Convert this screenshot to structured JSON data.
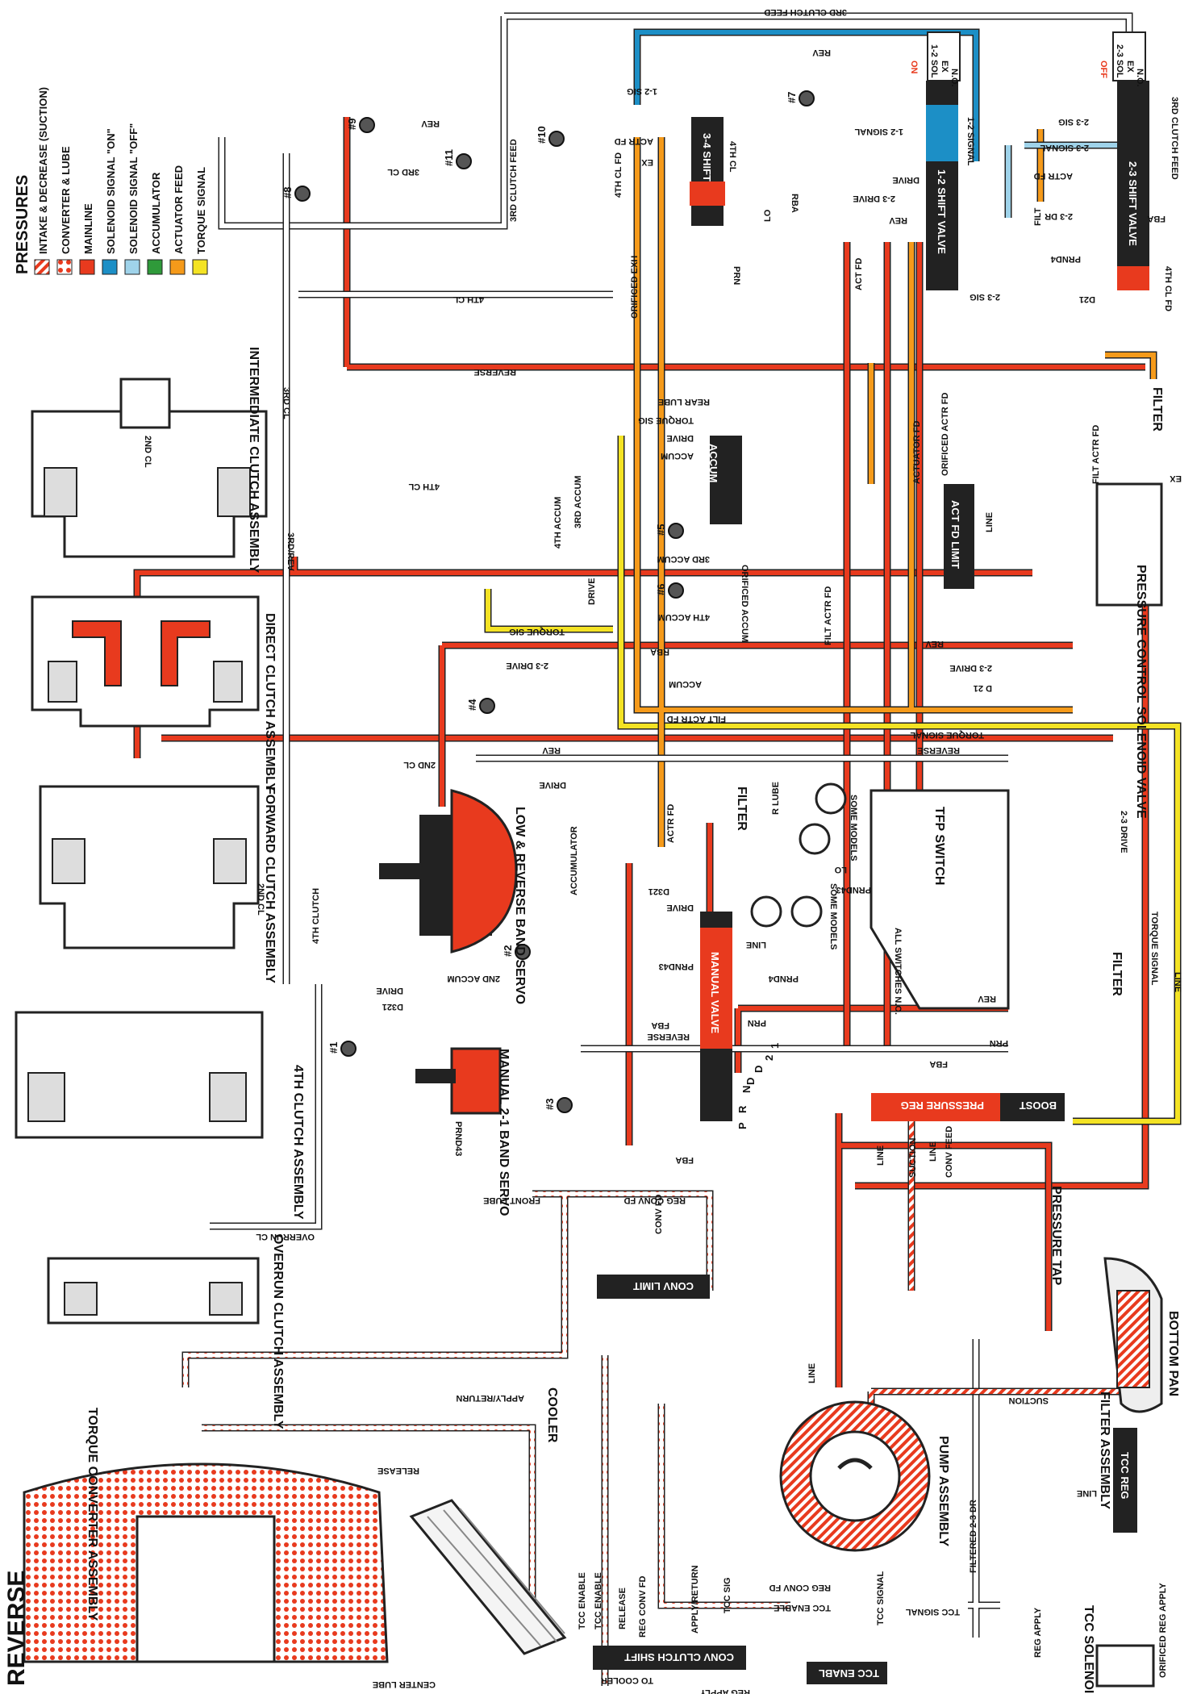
{
  "mode": "REVERSE",
  "legend": {
    "title": "PRESSURES",
    "items": [
      {
        "label": "INTAKE & DECREASE (SUCTION)",
        "color": "#e83a1e",
        "pattern": "stripes"
      },
      {
        "label": "CONVERTER & LUBE",
        "color": "#e83a1e",
        "pattern": "dots"
      },
      {
        "label": "MAINLINE",
        "color": "#e83a1e",
        "pattern": "solid"
      },
      {
        "label": "SOLENOID SIGNAL \"ON\"",
        "color": "#1c8fc6",
        "pattern": "solid"
      },
      {
        "label": "SOLENOID SIGNAL \"OFF\"",
        "color": "#9fd3ea",
        "pattern": "solid"
      },
      {
        "label": "ACCUMULATOR",
        "color": "#2f9a3a",
        "pattern": "solid"
      },
      {
        "label": "ACTUATOR FEED",
        "color": "#f59a1a",
        "pattern": "solid"
      },
      {
        "label": "TORQUE SIGNAL",
        "color": "#f4e324",
        "pattern": "solid"
      }
    ]
  },
  "components": {
    "intermediate": "INTERMEDIATE CLUTCH ASSEMBLY",
    "direct": "DIRECT CLUTCH ASSEMBLY",
    "forward": "FORWARD CLUTCH ASSEMBLY",
    "fourth": "4TH CLUTCH ASSEMBLY",
    "overrun": "OVERRUN CLUTCH ASSEMBLY",
    "torque_converter": "TORQUE CONVERTER ASSEMBLY",
    "cooler": "COOLER",
    "pump": "PUMP ASSEMBLY",
    "bottom_pan": "BOTTOM PAN",
    "filter_assembly": "FILTER ASSEMBLY",
    "low_reverse_servo": "LOW & REVERSE BAND SERVO",
    "manual_21_servo": "MANUAL 2-1 BAND SERVO",
    "pressure_control": "PRESSURE CONTROL SOLENOID VALVE",
    "tcc_solenoid": "TCC SOLENOID VALVE",
    "pressure_tap": "PRESSURE TAP",
    "tfp_switch": "TFP SWITCH",
    "all_switches": "ALL SWITCHES N.O.",
    "some_models_1": "SOME MODELS",
    "some_models_2": "SOME MODELS",
    "filter_top": "FILTER",
    "filter_mid": "FILTER",
    "filter_lower": "FILTER"
  },
  "valves": {
    "shift_12": "1-2 SHIFT VALVE",
    "shift_23": "2-3 SHIFT VALVE",
    "shift_34": "3-4 SHIFT",
    "accum": "ACCUM",
    "act_fd_limit": "ACT FD LIMIT",
    "manual": "MANUAL VALVE",
    "pressure_reg": "PRESSURE REG",
    "boost": "BOOST",
    "conv_limit": "CONV LIMIT",
    "tcc_reg": "TCC REG",
    "conv_clutch_shift": "CONV CLUTCH SHIFT",
    "tcc_enabl": "TCC ENABL"
  },
  "solenoids": {
    "sol_12": {
      "state": "ON",
      "name": "1-2 SOL",
      "ex": "EX",
      "no": "N.O."
    },
    "sol_23": {
      "state": "OFF",
      "name": "2-3 SOL",
      "ex": "EX",
      "no": "N.O."
    }
  },
  "checkballs": [
    "#1",
    "#2",
    "#3",
    "#4",
    "#5",
    "#6",
    "#7",
    "#8",
    "#9",
    "#10",
    "#11"
  ],
  "gear_positions": [
    "P",
    "R",
    "N",
    "D",
    "D",
    "2",
    "1"
  ],
  "passages": {
    "clutch_3rd_feed": "3RD CLUTCH FEED",
    "clutch_3rd_feed_v": "3RD CLUTCH FEED",
    "clutch_3rd_feed_r": "3RD CLUTCH FEED",
    "rev_top": "REV",
    "rev_11": "REV",
    "cl_3rd": "3RD CL",
    "sig_12_a": "1-2 SIG",
    "actr_fd_a": "ACTR FD",
    "ex_a": "EX",
    "cl_4th_a": "4TH CL",
    "cl_4th_fd": "4TH CL FD",
    "orificed_exh": "ORIFICED EXH",
    "prn_a": "PRN",
    "lo_a": "LO",
    "rba_a": "RBA",
    "act_fd_a": "ACT FD",
    "signal_12_a": "1-2 SIGNAL",
    "signal_12_b": "1-2 SIGNAL",
    "drive_a": "DRIVE",
    "drive_23": "2-3 DRIVE",
    "rev_a": "REV",
    "sig_23_a": "2-3 SIG",
    "sig_23_b": "2-3 SIG",
    "signal_23": "2-3 SIGNAL",
    "actr_fd_b": "ACTR FD",
    "filt": "FILT",
    "dr_23": "2-3 DR",
    "prnd4": "PRND4",
    "d21": "D21",
    "cl_4th_fd_r": "4TH CL FD",
    "fba": "FBA",
    "cl_4th_h": "4TH CL",
    "reverse_h": "REVERSE",
    "cl_3rd_v": "3RD CL",
    "cl_2nd_v": "2ND CL",
    "cl_4th_v": "4TH CL",
    "rev_3rd": "3RD/REV",
    "rear_lube": "REAR LUBE",
    "torque_sig": "TORQUE SIG",
    "drive_b": "DRIVE",
    "accum_b": "ACCUM",
    "accum_4th": "4TH ACCUM",
    "accum_3rd": "3RD ACCUM",
    "drive_c": "DRIVE",
    "orificed_accum": "ORIFICED ACCUM",
    "accum_3rd_b": "3RD ACCUM",
    "accum_4th_b": "4TH ACCUM",
    "torque_sig_b": "TORQUE SIG",
    "actuator_fd": "ACTUATOR FD",
    "orificed_actr_fd": "ORIFICED ACTR FD",
    "filt_actr_fd": "FILT ACTR FD",
    "filt_actr_fd_b": "FILT ACTR FD",
    "line_a": "LINE",
    "ex_pcs": "EX",
    "rba_b": "RBA",
    "rev_b": "REV",
    "drive_23_b": "2-3 DRIVE",
    "drive_23_c": "2-3 DRIVE",
    "accum_c": "ACCUM",
    "d21_b": "D 21",
    "filt_actr_fd_h": "FILT ACTR FD",
    "torque_signal_h": "TORQUE SIGNAL",
    "rev_c": "REV",
    "reverse_b": "REVERSE",
    "cl_2nd_h": "2ND CL",
    "drive_d": "DRIVE",
    "accumulator": "ACCUMULATOR",
    "actr_fd_c": "ACTR FD",
    "r_lube": "R LUBE",
    "cl_2nd_b": "2ND CL",
    "d321": "D321",
    "drive_e": "DRIVE",
    "lo_b": "LO",
    "prnd43_a": "PRND43",
    "accum_2nd": "2ND ACCUM",
    "drive_f": "DRIVE",
    "d321_b": "D321",
    "clutch_4th": "4TH CLUTCH",
    "line_b": "LINE",
    "prnd43_b": "PRND43",
    "prnd4_b": "PRND4",
    "prn_b": "PRN",
    "reverse_c": "REVERSE",
    "rev_d": "REV",
    "prn_c": "PRN",
    "fba_b": "FBA",
    "fba_c": "FBA",
    "fba_d": "FBA",
    "prnd43_c": "PRND43",
    "torque_signal_v": "TORQUE SIGNAL",
    "line_v": "LINE",
    "drive_23_v": "2-3 DRIVE",
    "front_lube": "FRONT LUBE",
    "reg_conv_fd": "REG CONV FD",
    "conv_fd": "CONV FD",
    "line_pr": "LINE",
    "suction_pr": "SUCTION",
    "line_pr_b": "LINE",
    "conv_feed": "CONV FEED",
    "overrun_cl": "OVERRUN CL",
    "line_pump": "LINE",
    "suction": "SUCTION",
    "apply_return": "APPLY/RETURN",
    "release": "RELEASE",
    "filtered_23_dr": "FILTERED 2-3 DR",
    "line_tcc": "LINE",
    "tcc_signal": "TCC SIGNAL",
    "reg_apply": "REG APPLY",
    "orificed_reg_apply": "ORIFICED REG APPLY",
    "tcc_enable_a": "TCC ENABLE",
    "tcc_enable_b": "TCC ENABLE",
    "release_b": "RELEASE",
    "reg_conv_fd_b": "REG CONV FD",
    "apply_return_b": "APPLY/RETURN",
    "tcc_sig": "TCC SIG",
    "reg_conv_fd_c": "REG CONV FD",
    "tcc_enable_c": "TCC ENABLE",
    "tcc_signal_b": "TCC SIGNAL",
    "to_cooler": "TO COOLER",
    "reg_apply_b": "REG APPLY",
    "center_lube": "CENTER LUBE"
  }
}
